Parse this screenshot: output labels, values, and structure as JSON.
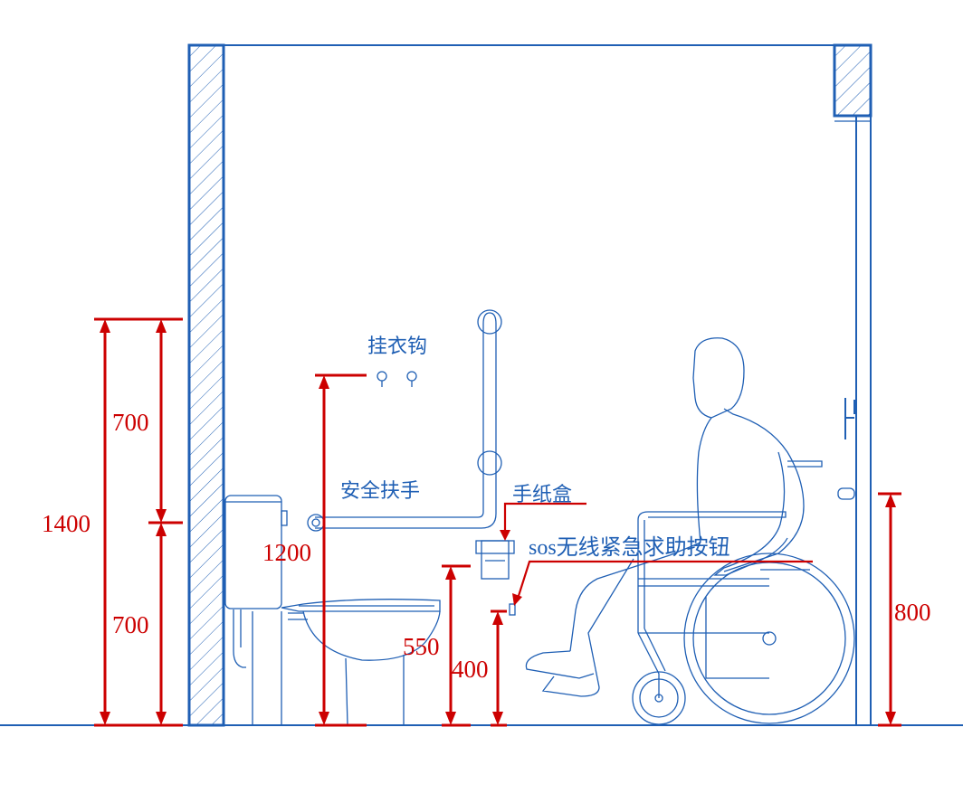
{
  "labels": {
    "coat_hook": "挂衣钩",
    "grab_bar": "安全扶手",
    "tissue_box": "手纸盒",
    "sos_button": "sos无线紧急求助按钮"
  },
  "dimensions": {
    "total_height": "1400",
    "upper_segment": "700",
    "lower_segment": "700",
    "hook_height": "1200",
    "tissue_height": "550",
    "sos_height": "400",
    "door_handle_height": "800"
  },
  "colors": {
    "linework": "#1f5fb4",
    "dimensions": "#cc0000"
  }
}
